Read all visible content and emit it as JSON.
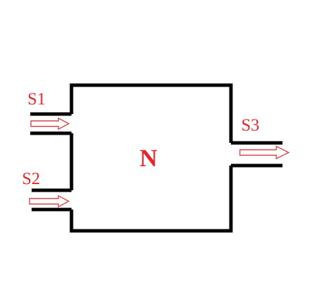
{
  "labels": {
    "s1": "S1",
    "s2": "S2",
    "s3": "S3",
    "node": "N"
  },
  "colors": {
    "outline": "#000000",
    "label": "#e8242c",
    "arrow_stroke": "#d9404a",
    "arrow_fill": "#ffffff",
    "background": "#ffffff"
  }
}
